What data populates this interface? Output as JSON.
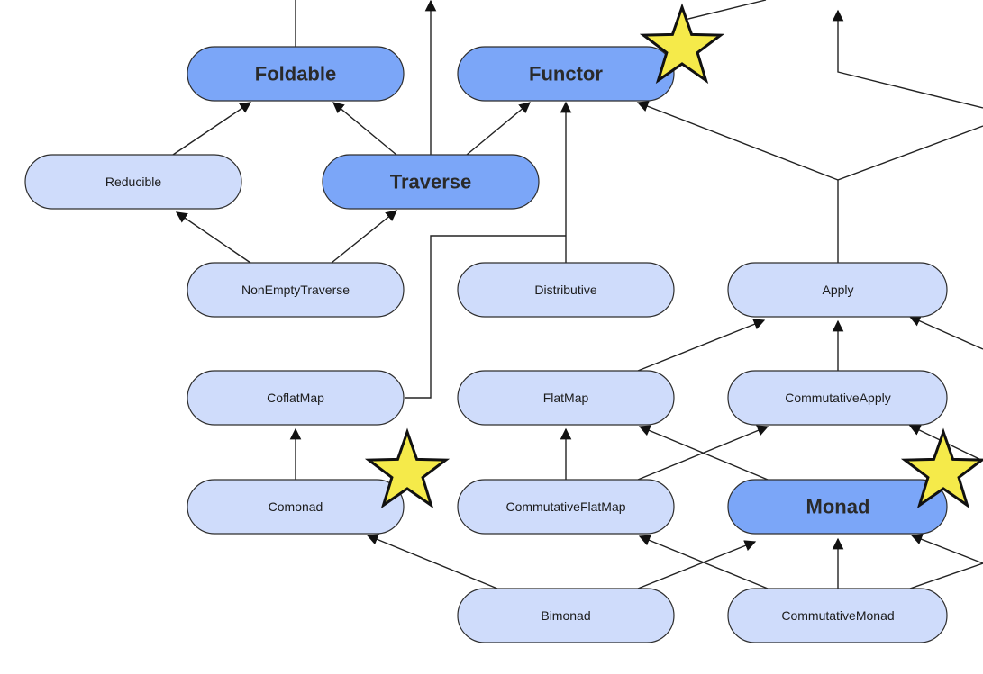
{
  "diagram": {
    "nodes": {
      "foldable": "Foldable",
      "functor": "Functor",
      "reducible": "Reducible",
      "traverse": "Traverse",
      "non_empty_traverse": "NonEmptyTraverse",
      "distributive": "Distributive",
      "apply": "Apply",
      "coflat_map": "CoflatMap",
      "flat_map": "FlatMap",
      "commutative_apply": "CommutativeApply",
      "comonad": "Comonad",
      "commutative_flat_map": "CommutativeFlatMap",
      "monad": "Monad",
      "bimonad": "Bimonad",
      "commutative_monad": "CommutativeMonad"
    },
    "highlighted_nodes": [
      "Foldable",
      "Functor",
      "Traverse",
      "Monad"
    ],
    "starred_nodes": [
      "Functor",
      "Comonad",
      "Monad"
    ],
    "edges": [
      {
        "from": "Reducible",
        "to": "Foldable"
      },
      {
        "from": "Traverse",
        "to": "Foldable"
      },
      {
        "from": "Traverse",
        "to": "Functor"
      },
      {
        "from": "NonEmptyTraverse",
        "to": "Reducible"
      },
      {
        "from": "NonEmptyTraverse",
        "to": "Traverse"
      },
      {
        "from": "Distributive",
        "to": "Functor"
      },
      {
        "from": "CoflatMap",
        "to": "Functor"
      },
      {
        "from": "Apply",
        "to": "Functor"
      },
      {
        "from": "FlatMap",
        "to": "Apply"
      },
      {
        "from": "CommutativeApply",
        "to": "Apply"
      },
      {
        "from": "Comonad",
        "to": "CoflatMap"
      },
      {
        "from": "CommutativeFlatMap",
        "to": "FlatMap"
      },
      {
        "from": "CommutativeFlatMap",
        "to": "CommutativeApply"
      },
      {
        "from": "Monad",
        "to": "FlatMap"
      },
      {
        "from": "Bimonad",
        "to": "Comonad"
      },
      {
        "from": "Bimonad",
        "to": "Monad"
      },
      {
        "from": "CommutativeMonad",
        "to": "CommutativeFlatMap"
      },
      {
        "from": "CommutativeMonad",
        "to": "Monad"
      }
    ],
    "colors": {
      "light_node": "#cfdcfb",
      "highlight_node": "#7ba6f8",
      "star": "#f5ea4a",
      "edge": "#222222"
    }
  }
}
